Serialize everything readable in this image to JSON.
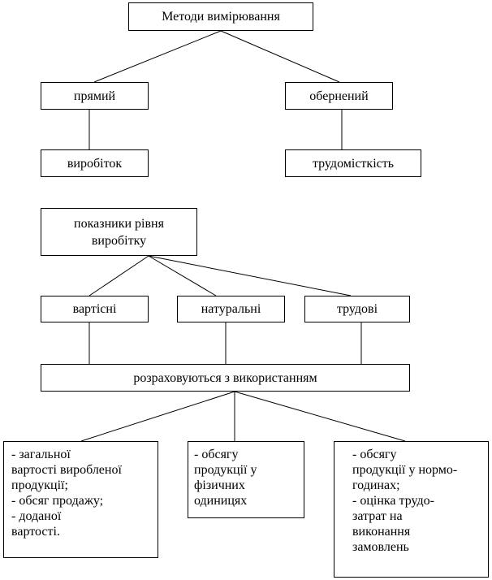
{
  "tree1": {
    "root": "Методи вимірювання",
    "direct": "прямий",
    "inverse": "обернений",
    "output": "виробіток",
    "labor_intensity": "трудомісткість"
  },
  "tree2": {
    "root": "показники рівня\nвиробітку",
    "value": "вартісні",
    "natural": "натуральні",
    "labor": "трудові",
    "calc": "розраховуються з використанням",
    "detail_value": "      - загальної\nвартості виробленої\nпродукції;\n      - обсяг продажу;\n      - доданої\nвартості.",
    "detail_natural": "      - обсягу\nпродукції у\nфізичних\nодиницях",
    "detail_labor": "      - обсягу\nпродукції у нормо-\nгодинах;\n      - оцінка трудо-\nзатрат на\nвиконання\nзамовлень"
  }
}
